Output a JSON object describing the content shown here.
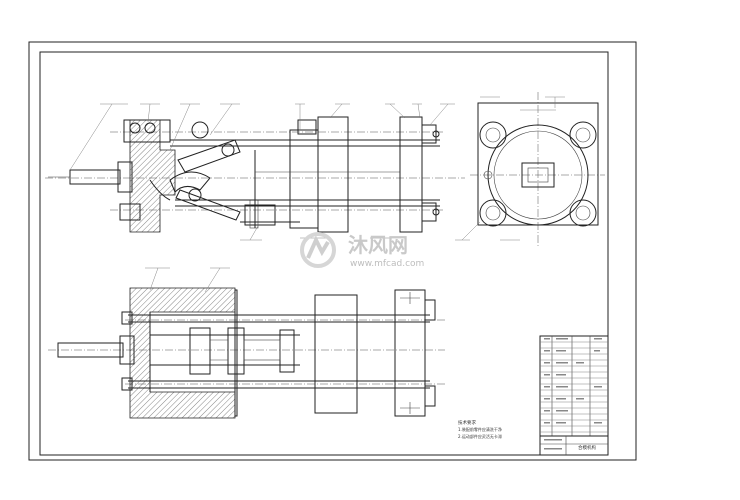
{
  "watermark": {
    "brand": "沐风网",
    "url": "www.mfcad.com",
    "colors": {
      "logo": "#d6d6d6",
      "text": "#c9c9c9"
    }
  },
  "notes": {
    "title": "技术要求",
    "lines": [
      "1.装配前零件应清洗干净",
      "2.运动部件应灵活无卡滞"
    ]
  },
  "title_block": {
    "drawing_title": "合模机构"
  },
  "colors": {
    "line": "#222222",
    "paper": "#ffffff"
  }
}
